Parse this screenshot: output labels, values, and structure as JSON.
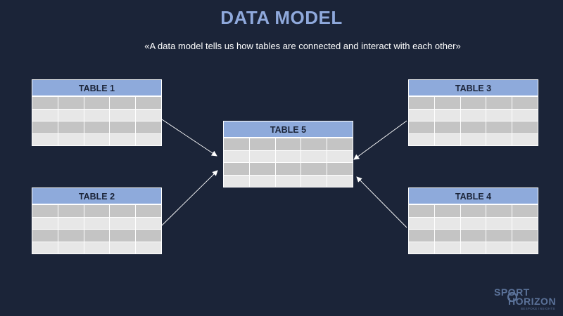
{
  "slide": {
    "title": "DATA MODEL",
    "subtitle": "«A data model tells us how tables are connected and interact with each other»"
  },
  "tables": [
    {
      "id": "table-1",
      "label": "TABLE 1"
    },
    {
      "id": "table-2",
      "label": "TABLE 2"
    },
    {
      "id": "table-3",
      "label": "TABLE 3"
    },
    {
      "id": "table-4",
      "label": "TABLE 4"
    },
    {
      "id": "table-5",
      "label": "TABLE 5"
    }
  ],
  "grid": {
    "rows": 4,
    "cols": 5
  },
  "connections": [
    {
      "from": "TABLE 1",
      "to": "TABLE 5"
    },
    {
      "from": "TABLE 2",
      "to": "TABLE 5"
    },
    {
      "from": "TABLE 3",
      "to": "TABLE 5"
    },
    {
      "from": "TABLE 4",
      "to": "TABLE 5"
    }
  ],
  "logo": {
    "line1": "SPORT",
    "line2": "HORIZON",
    "tagline": "BESPOKE INSIGHTS"
  },
  "colors": {
    "background": "#1b2438",
    "title": "#8fa9dc",
    "table_header": "#8eaadb",
    "cell_dark": "#c4c4c4",
    "cell_light": "#e7e7e7",
    "logo": "#5b7299"
  }
}
